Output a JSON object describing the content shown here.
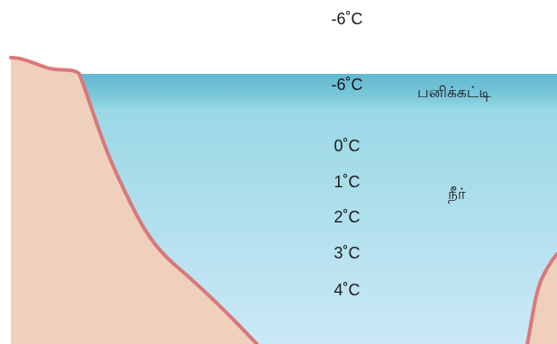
{
  "temperatures": {
    "air": "-6˚C",
    "ice": "-6˚C",
    "levels": [
      "0˚C",
      "1˚C",
      "2˚C",
      "3˚C",
      "4˚C"
    ]
  },
  "labels": {
    "ice": "பனிக்கட்டி",
    "water": "நீர்"
  },
  "colors": {
    "bank_fill": "#efd0bd",
    "bank_outline": "#d9787a",
    "ice_layer": "#6cbdd4",
    "water_top": "#93d6e3",
    "water_bottom": "#cbe8f6",
    "text": "#1a1a1a"
  }
}
